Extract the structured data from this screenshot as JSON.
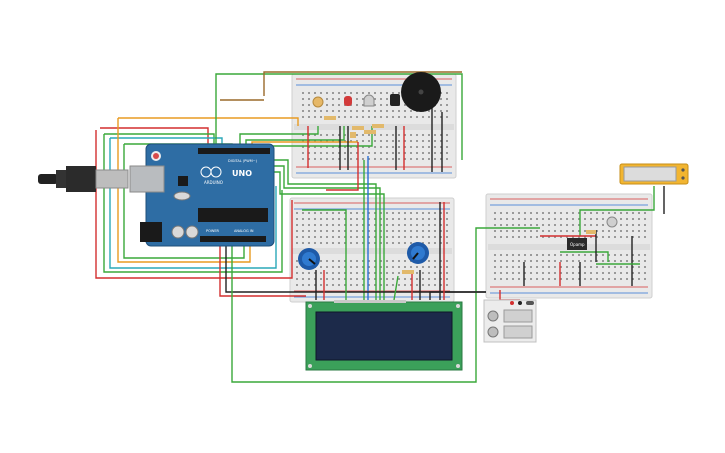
{
  "board": {
    "logo": "UNO",
    "brand": "ARDUINO",
    "digital_label": "DIGITAL (PWM~)",
    "power_label": "POWER",
    "analog_label": "ANALOG IN"
  },
  "chip_label": "Opamp",
  "colors": {
    "wire_red": "#d32f2f",
    "wire_green": "#3aa83a",
    "wire_orange": "#e89b22",
    "wire_brown": "#9a6a2a",
    "wire_black": "#222222",
    "wire_blue": "#2a6fd3",
    "wire_cyan": "#2aa8b8",
    "arduino_blue": "#2e6da4",
    "lcd_green": "#3ba05a",
    "lcd_screen": "#1c2a4a",
    "breadboard": "#e9e9e9",
    "meter_yellow": "#f2b531"
  },
  "components": [
    {
      "name": "arduino-uno",
      "icon": "arduino-board-icon"
    },
    {
      "name": "breadboard-top",
      "icon": "breadboard-icon"
    },
    {
      "name": "breadboard-middle",
      "icon": "breadboard-icon"
    },
    {
      "name": "breadboard-right",
      "icon": "breadboard-icon"
    },
    {
      "name": "piezo-buzzer",
      "icon": "buzzer-icon"
    },
    {
      "name": "lcd-16x2",
      "icon": "lcd-icon"
    },
    {
      "name": "potentiometer-left",
      "icon": "potentiometer-icon"
    },
    {
      "name": "potentiometer-right",
      "icon": "potentiometer-icon"
    },
    {
      "name": "opamp-chip",
      "icon": "chip-icon"
    },
    {
      "name": "power-supply",
      "icon": "power-supply-icon"
    },
    {
      "name": "multimeter",
      "icon": "multimeter-icon"
    },
    {
      "name": "usb-cable",
      "icon": "usb-plug-icon"
    }
  ]
}
